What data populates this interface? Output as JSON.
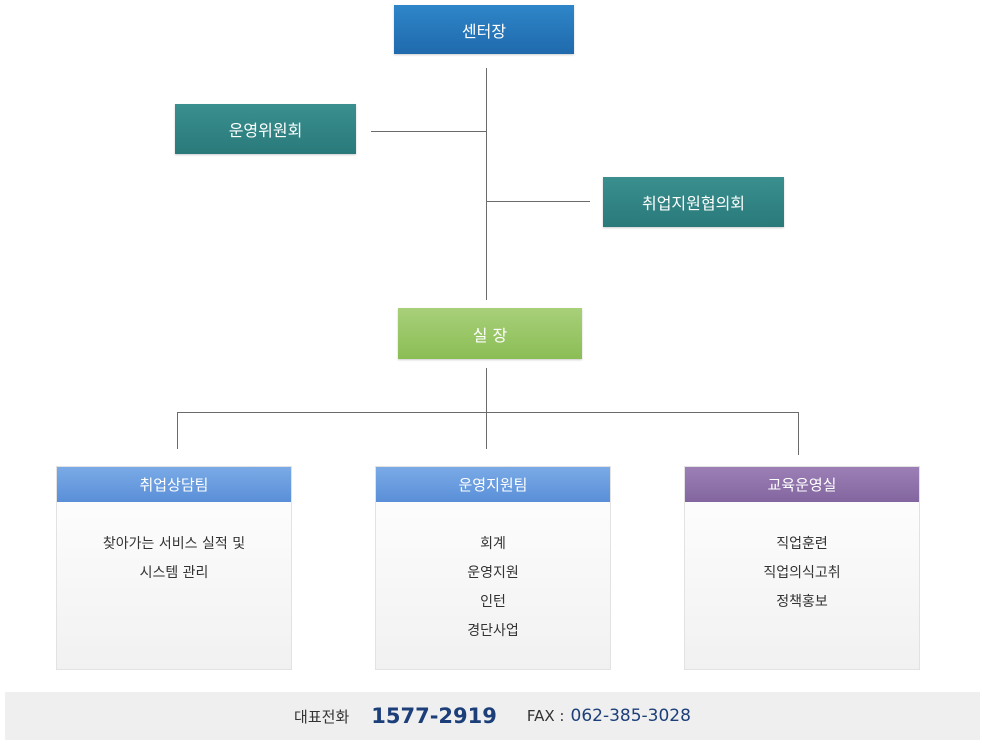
{
  "org": {
    "center": "센터장",
    "committee": "운영위원회",
    "council": "취업지원협의회",
    "director": "실 장"
  },
  "teams": [
    {
      "name": "취업상담팀",
      "color": "#6b9ee0",
      "duties": [
        "찾아가는 서비스 실적 및",
        "시스템 관리"
      ]
    },
    {
      "name": "운영지원팀",
      "color": "#6b9ee0",
      "duties": [
        "회계",
        "운영지원",
        "인턴",
        "경단사업"
      ]
    },
    {
      "name": "교육운영실",
      "color": "#8f74aa",
      "duties": [
        "직업훈련",
        "직업의식고취",
        "정책홍보"
      ]
    }
  ],
  "footer": {
    "phone_label": "대표전화",
    "phone": "1577-2919",
    "fax_label": "FAX :",
    "fax": "062-385-3028"
  }
}
